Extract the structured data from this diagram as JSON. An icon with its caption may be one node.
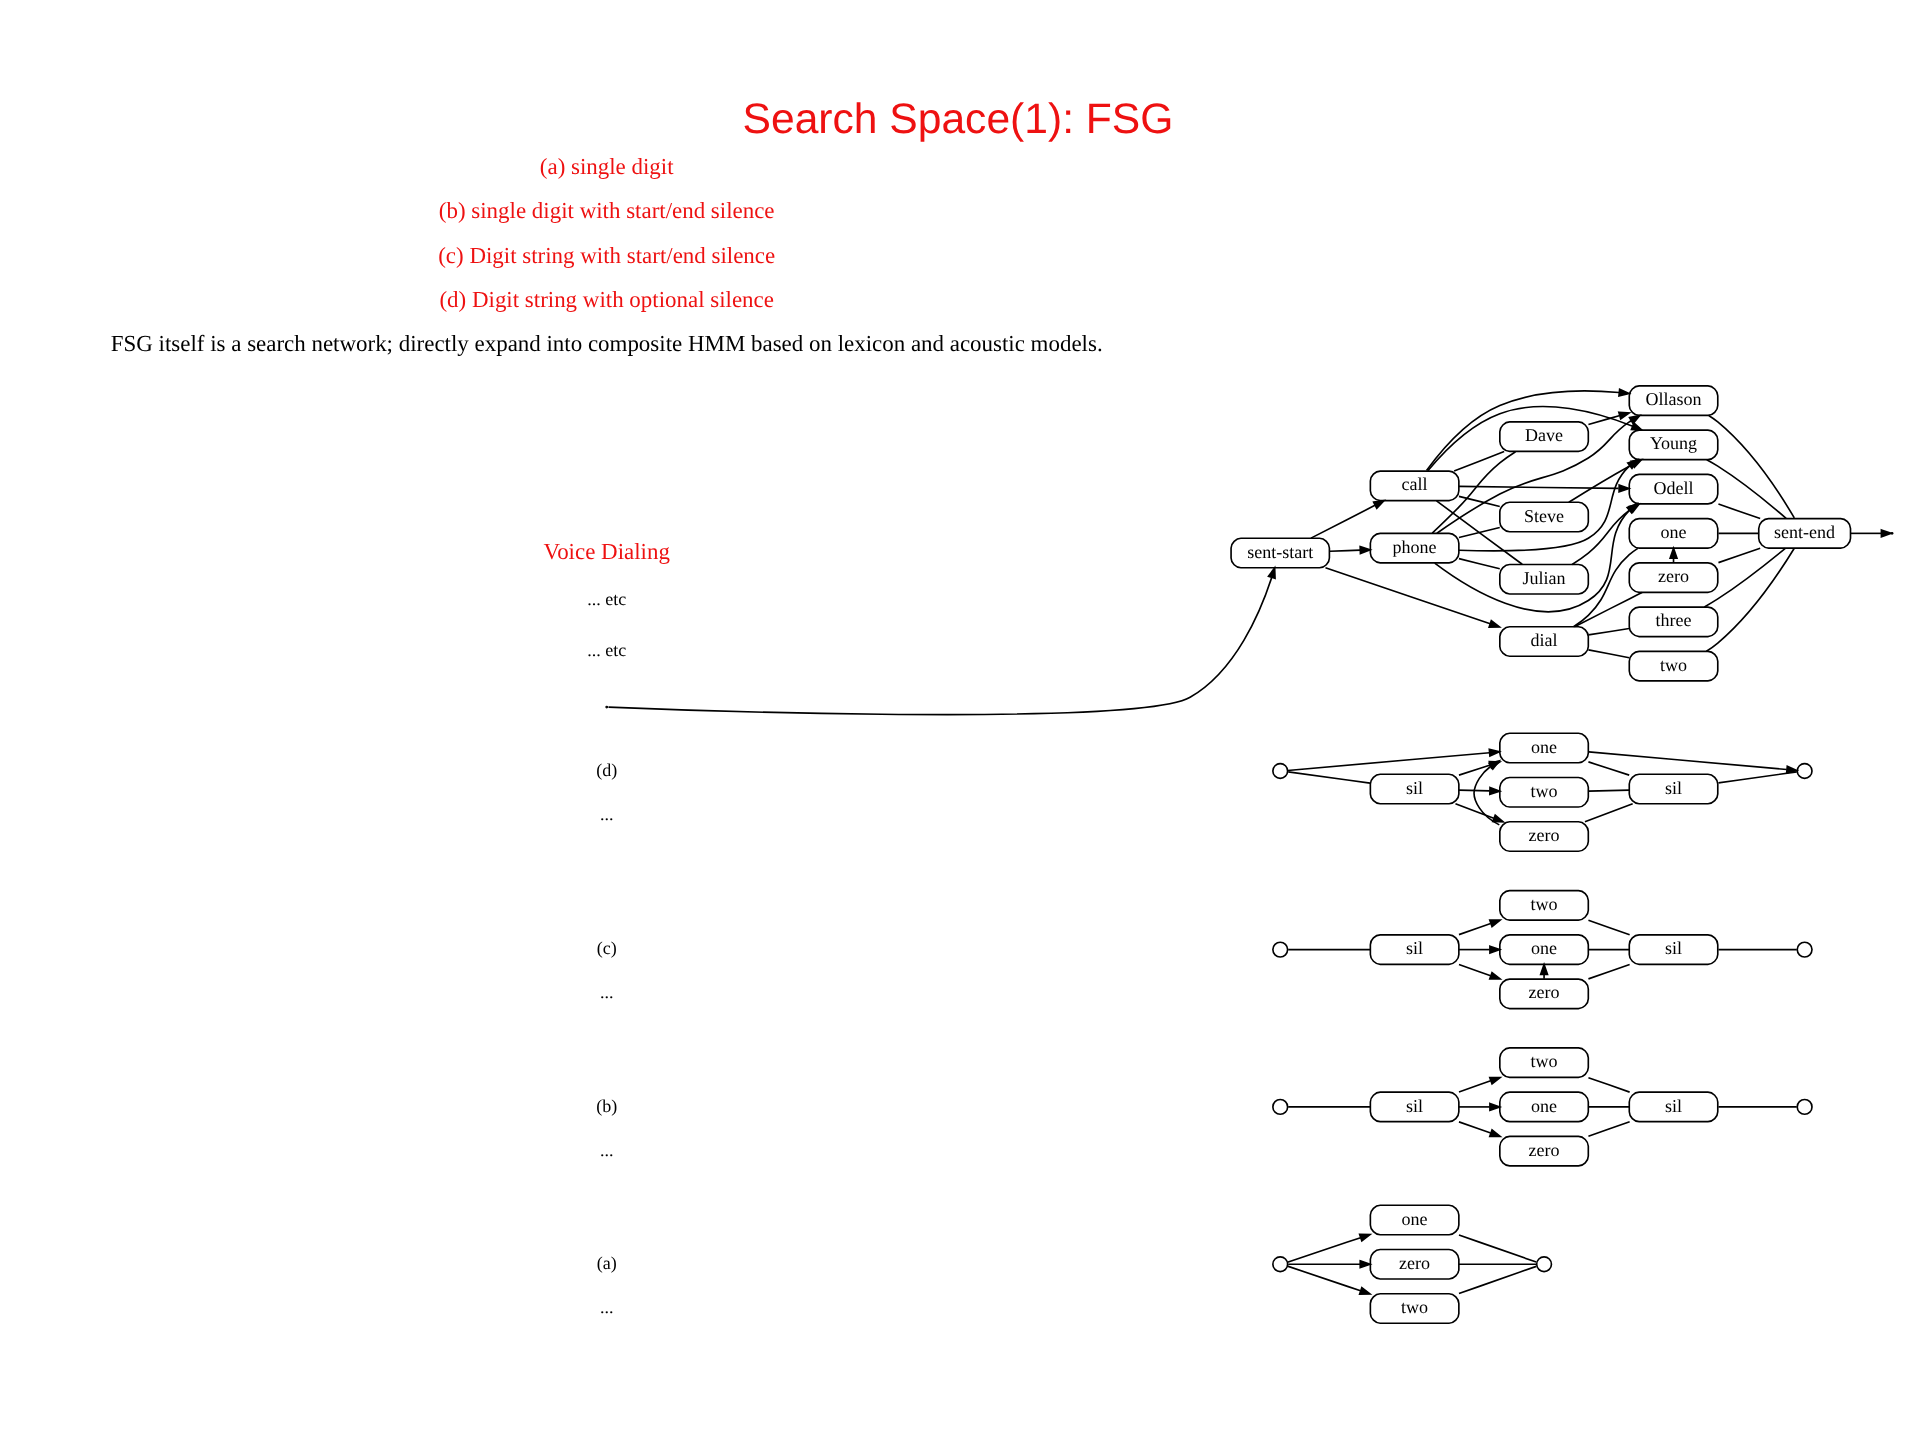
{
  "diagram": {
    "title": "Search Space(1): FSG",
    "nodes": [
      {
        "text": [],
        "shape": "circle"
      },
      {
        "text": [
          "one"
        ]
      },
      {
        "text": [
          "two"
        ]
      },
      {
        "text": [
          "zero"
        ]
      },
      {
        "text": [],
        "shape": "circle"
      },
      {
        "text": [],
        "shape": "circle"
      },
      {
        "text": [
          "sil"
        ]
      },
      {
        "text": [
          "one"
        ]
      },
      {
        "text": [
          "two"
        ]
      },
      {
        "text": [
          "zero"
        ]
      },
      {
        "text": [
          "sil"
        ]
      },
      {
        "text": [],
        "shape": "circle"
      },
      {
        "text": [],
        "shape": "circle"
      },
      {
        "text": [
          "sil"
        ]
      },
      {
        "text": [
          "one"
        ]
      },
      {
        "text": [
          "two"
        ]
      },
      {
        "text": [
          "zero"
        ]
      },
      {
        "text": [
          "sil"
        ]
      },
      {
        "text": [],
        "shape": "circle"
      },
      {
        "text": [],
        "shape": "circle"
      },
      {
        "text": [
          "sil"
        ]
      },
      {
        "text": [
          "one"
        ]
      },
      {
        "text": [
          "two"
        ]
      },
      {
        "text": [
          "zero"
        ]
      },
      {
        "text": [
          "sil"
        ]
      },
      {
        "text": [],
        "shape": "circle"
      },
      {
        "text": [
          "sent-start"
        ]
      },
      {
        "text": [
          "dial"
        ]
      },
      {
        "text": [
          "one"
        ]
      },
      {
        "text": [
          "two"
        ]
      },
      {
        "text": [
          "three"
        ]
      },
      {
        "text": [
          "zero"
        ]
      },
      {
        "text": [
          "phone"
        ]
      },
      {
        "text": [
          "call"
        ]
      },
      {
        "text": [
          "Julian"
        ]
      },
      {
        "text": [
          "Odell"
        ]
      },
      {
        "text": [
          "Dave"
        ]
      },
      {
        "text": [
          "Ollason"
        ]
      },
      {
        "text": [
          "Steve"
        ]
      },
      {
        "text": [
          "Young"
        ]
      },
      {
        "text": [
          "sent-end"
        ]
      }
    ],
    "edges": [
      {
        "from": 0,
        "to": 1,
        "arrow": "to"
      },
      {
        "from": 0,
        "to": 2,
        "arrow": "to"
      },
      {
        "from": 0,
        "to": 3,
        "arrow": "to"
      },
      {
        "from": 1,
        "to": 4,
        "arrow": "none"
      },
      {
        "from": 2,
        "to": 4,
        "arrow": "none"
      },
      {
        "from": 3,
        "to": 4,
        "arrow": "none"
      },
      {
        "from": 5,
        "to": 6,
        "arrow": "none"
      },
      {
        "from": 6,
        "to": 7,
        "arrow": "to"
      },
      {
        "from": 6,
        "to": 8,
        "arrow": "to"
      },
      {
        "from": 6,
        "to": 9,
        "arrow": "to"
      },
      {
        "from": 7,
        "to": 10,
        "arrow": "none"
      },
      {
        "from": 8,
        "to": 10,
        "arrow": "none"
      },
      {
        "from": 9,
        "to": 10,
        "arrow": "none"
      },
      {
        "from": 10,
        "to": 11,
        "arrow": "none"
      },
      {
        "from": 12,
        "to": 13,
        "arrow": "none"
      },
      {
        "from": 13,
        "to": 14,
        "arrow": "to"
      },
      {
        "from": 13,
        "to": 15,
        "arrow": "to"
      },
      {
        "from": 13,
        "to": 16,
        "arrow": "to"
      },
      {
        "from": 14,
        "to": 17,
        "arrow": "none"
      },
      {
        "from": 15,
        "to": 17,
        "arrow": "none"
      },
      {
        "from": 16,
        "to": 17,
        "arrow": "none"
      },
      {
        "from": 16,
        "to": 14,
        "arrow": "to"
      },
      {
        "from": 17,
        "to": 18,
        "arrow": "none"
      },
      {
        "from": 19,
        "to": 20,
        "arrow": "none"
      },
      {
        "from": 19,
        "to": 21,
        "arrow": "to"
      },
      {
        "from": 20,
        "to": 21,
        "arrow": "to"
      },
      {
        "from": 20,
        "to": 22,
        "arrow": "to"
      },
      {
        "from": 20,
        "to": 23,
        "arrow": "to"
      },
      {
        "from": 21,
        "to": 24,
        "arrow": "none"
      },
      {
        "from": 22,
        "to": 24,
        "arrow": "none"
      },
      {
        "from": 23,
        "to": 24,
        "arrow": "none"
      },
      {
        "from": 23,
        "to": 21,
        "arrow": "to"
      },
      {
        "from": 21,
        "to": 25,
        "arrow": "to"
      },
      {
        "from": 24,
        "to": 25,
        "arrow": "none"
      },
      {
        "from": null,
        "to": 26,
        "arrow": "to"
      },
      {
        "from": 26,
        "to": 27,
        "arrow": "to"
      },
      {
        "from": 26,
        "to": 32,
        "arrow": "to"
      },
      {
        "from": 26,
        "to": 33,
        "arrow": "to"
      },
      {
        "from": 27,
        "to": 28,
        "arrow": "none"
      },
      {
        "from": 27,
        "to": 29,
        "arrow": "none"
      },
      {
        "from": 27,
        "to": 30,
        "arrow": "none"
      },
      {
        "from": 27,
        "to": 31,
        "arrow": "none"
      },
      {
        "from": 31,
        "to": 28,
        "arrow": "to"
      },
      {
        "from": 28,
        "to": 40,
        "arrow": "none"
      },
      {
        "from": 29,
        "to": 40,
        "arrow": "none"
      },
      {
        "from": 30,
        "to": 40,
        "arrow": "none"
      },
      {
        "from": 31,
        "to": 40,
        "arrow": "none"
      },
      {
        "from": 32,
        "to": 34,
        "arrow": "none"
      },
      {
        "from": 32,
        "to": 36,
        "arrow": "none"
      },
      {
        "from": 32,
        "to": 38,
        "arrow": "none"
      },
      {
        "from": 33,
        "to": 34,
        "arrow": "none"
      },
      {
        "from": 33,
        "to": 36,
        "arrow": "none"
      },
      {
        "from": 33,
        "to": 38,
        "arrow": "none"
      },
      {
        "from": 32,
        "to": 35,
        "arrow": "to"
      },
      {
        "from": 32,
        "to": 37,
        "arrow": "to"
      },
      {
        "from": 32,
        "to": 39,
        "arrow": "to"
      },
      {
        "from": 33,
        "to": 35,
        "arrow": "to"
      },
      {
        "from": 33,
        "to": 37,
        "arrow": "to"
      },
      {
        "from": 33,
        "to": 39,
        "arrow": "to"
      },
      {
        "from": 34,
        "to": 35,
        "arrow": "to"
      },
      {
        "from": 36,
        "to": 37,
        "arrow": "to"
      },
      {
        "from": 38,
        "to": 39,
        "arrow": "to"
      },
      {
        "from": 35,
        "to": 40,
        "arrow": "none"
      },
      {
        "from": 37,
        "to": 40,
        "arrow": "none"
      },
      {
        "from": 39,
        "to": 40,
        "arrow": "none"
      },
      {
        "from": 40,
        "to": null,
        "arrow": "to"
      }
    ],
    "labels": [
      "FSG itself is a search network; directly expand into composite HMM based on lexicon and acoustic models.",
      "(a)",
      "...",
      "(b)",
      "...",
      "(c)",
      "...",
      "(d)",
      "...",
      "Voice Dialing",
      "... etc",
      "(a) single digit",
      "(b) single digit with start/end silence",
      "(c) Digit string with start/end silence",
      "(d) Digit string with optional silence",
      "... etc"
    ]
  }
}
